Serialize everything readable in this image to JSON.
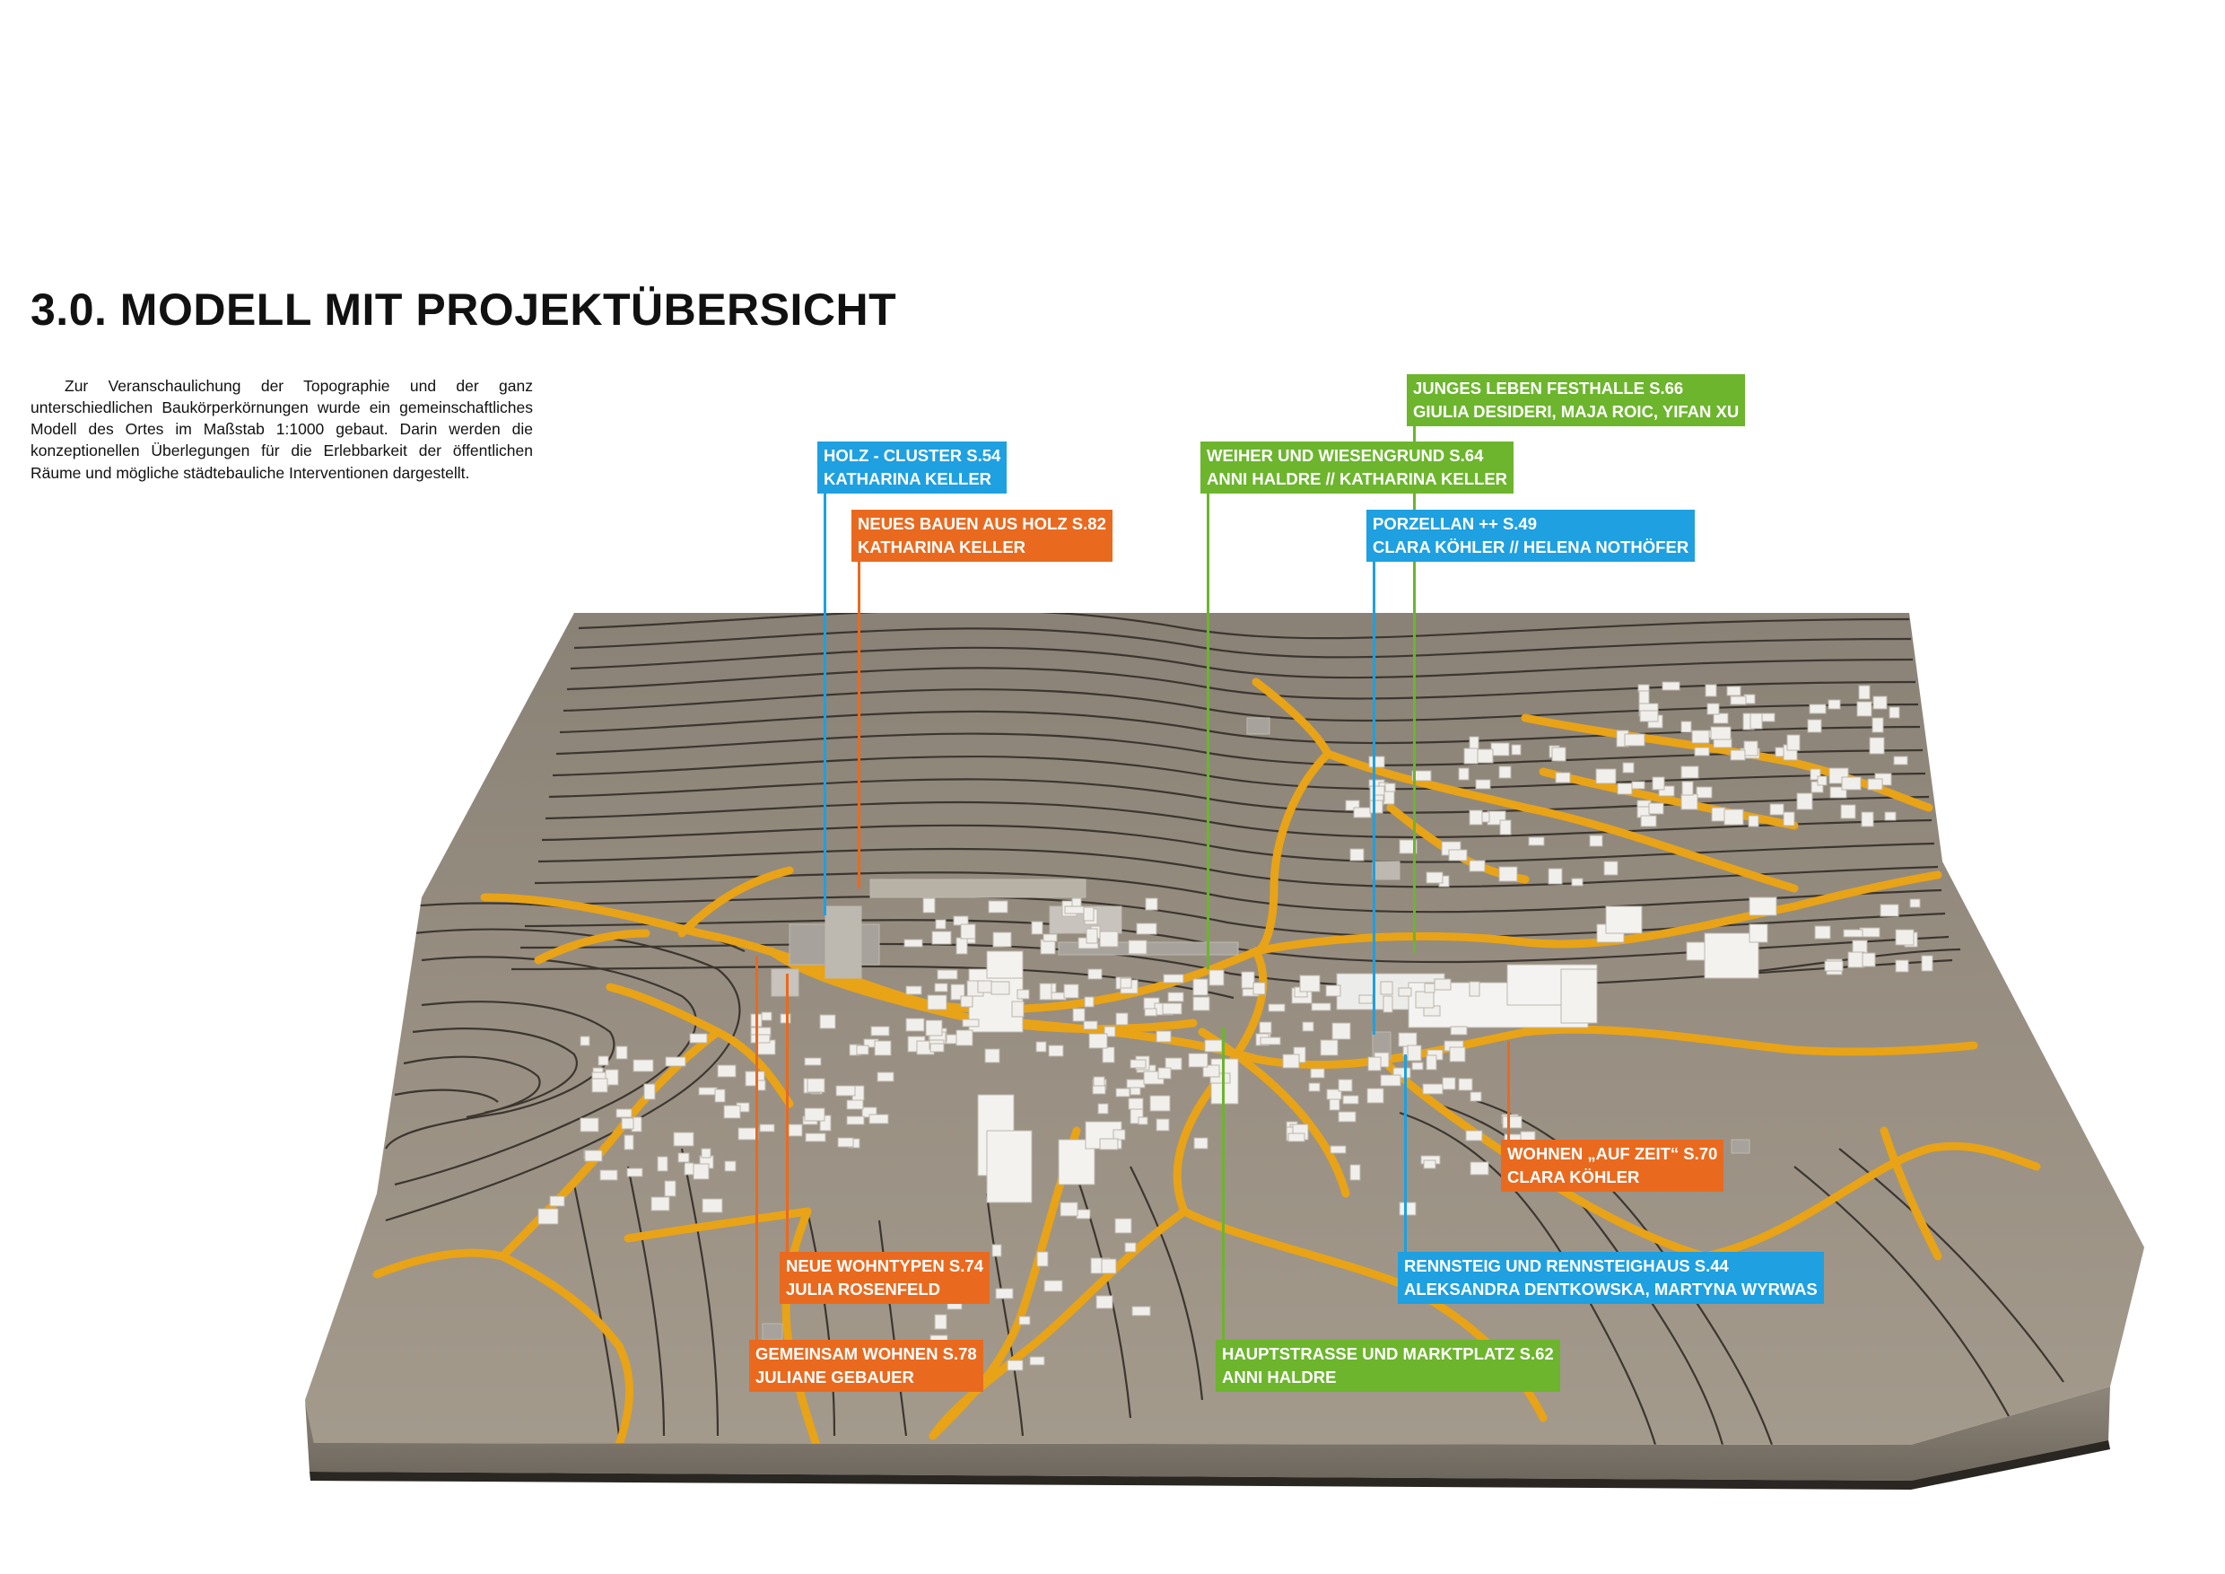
{
  "page": {
    "title": "3.0. MODELL MIT PROJEKTÜBERSICHT",
    "intro": "Zur Veranschaulichung der Topographie und der ganz unterschiedlichen Baukörperkörnungen wurde ein gemeinschaftliches Modell des Ortes im Maßstab 1:1000 gebaut. Darin werden die konzeptionellen Überlegungen für die Erlebbarkeit der öffentlichen Räume und mögliche städtebauliche Interventionen dargestellt."
  },
  "colors": {
    "blue": "#1ea0e1",
    "orange": "#e96a1f",
    "green": "#6cb52d",
    "model_base": "#958d80",
    "roads": "#e8a317",
    "buildings": "#f3f2ef"
  },
  "projects": [
    {
      "title": "JUNGES LEBEN FESTHALLE S.66",
      "authors": "GIULIA DESIDERI, MAJA ROIC, YIFAN XU",
      "color": "green"
    },
    {
      "title": "HOLZ - CLUSTER S.54",
      "authors": "KATHARINA KELLER",
      "color": "blue"
    },
    {
      "title": "WEIHER UND WIESENGRUND S.64",
      "authors": "ANNI HALDRE // KATHARINA KELLER",
      "color": "green"
    },
    {
      "title": "NEUES BAUEN AUS HOLZ S.82",
      "authors": "KATHARINA KELLER",
      "color": "orange"
    },
    {
      "title": "PORZELLAN ++ S.49",
      "authors": "CLARA KÖHLER // HELENA NOTHÖFER",
      "color": "blue"
    },
    {
      "title": "WOHNEN „AUF ZEIT“ S.70",
      "authors": "CLARA KÖHLER",
      "color": "orange"
    },
    {
      "title": "NEUE WOHNTYPEN S.74",
      "authors": "JULIA ROSENFELD",
      "color": "orange"
    },
    {
      "title": "RENNSTEIG UND RENNSTEIGHAUS S.44",
      "authors": "ALEKSANDRA DENTKOWSKA, MARTYNA WYRWAS",
      "color": "blue"
    },
    {
      "title": "GEMEINSAM WOHNEN S.78",
      "authors": "JULIANE GEBAUER",
      "color": "orange"
    },
    {
      "title": "HAUPTSTRASSE UND MARKTPLATZ S.62",
      "authors": "ANNI HALDRE",
      "color": "green"
    }
  ]
}
